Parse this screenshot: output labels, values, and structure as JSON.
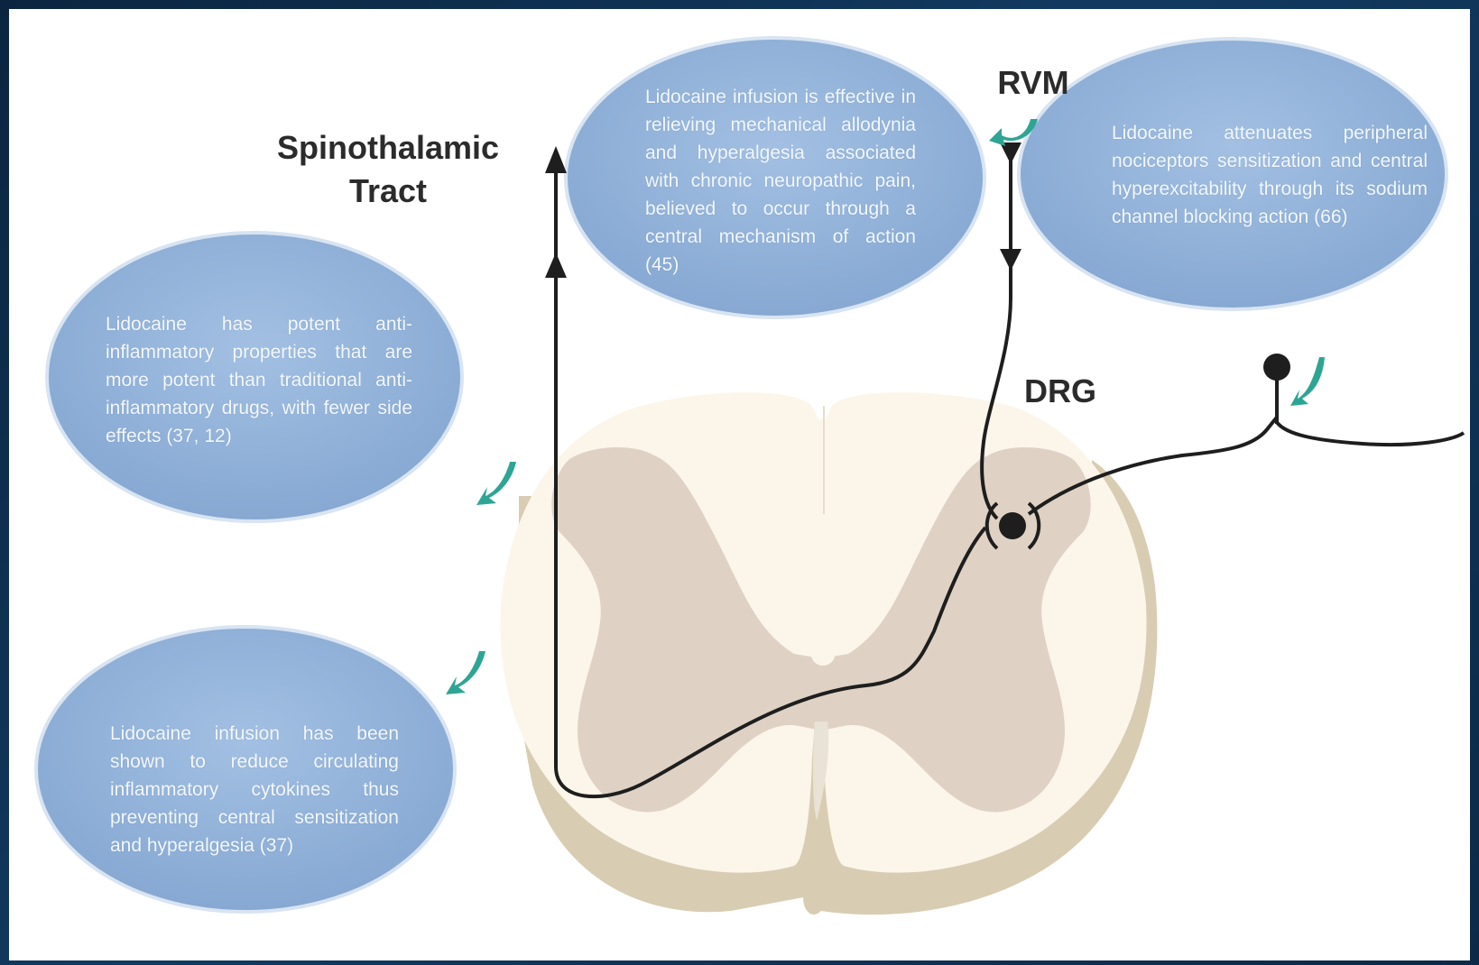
{
  "labels": {
    "spinothalamic_line1": "Spinothalamic",
    "spinothalamic_line2": "Tract",
    "rvm": "RVM",
    "drg": "DRG"
  },
  "bubbles": {
    "central_mechanism": "Lidocaine infusion is effective in relieving mechanical allodynia and hyperalgesia associated with chronic neuropathic pain, believed to occur through a central mechanism of action (45)",
    "sodium_channel": "Lidocaine attenuates peripheral nociceptors sensitization and central hyperexcitability through its sodium channel blocking action (66)",
    "anti_inflammatory": "Lidocaine has potent anti-inflammatory properties that are more potent than traditional anti-inflammatory drugs, with fewer side effects (37, 12)",
    "cytokines": "Lidocaine infusion has been shown to reduce circulating inflammatory cytokines thus preventing central sensitization and hyperalgesia (37)"
  },
  "colors": {
    "bubble_fill": "#94b4d9",
    "gray_matter": "#dfd2c4",
    "white_matter": "#fcf6ea",
    "pathway": "#1e1e1e",
    "arrow_accent": "#2ea594"
  }
}
